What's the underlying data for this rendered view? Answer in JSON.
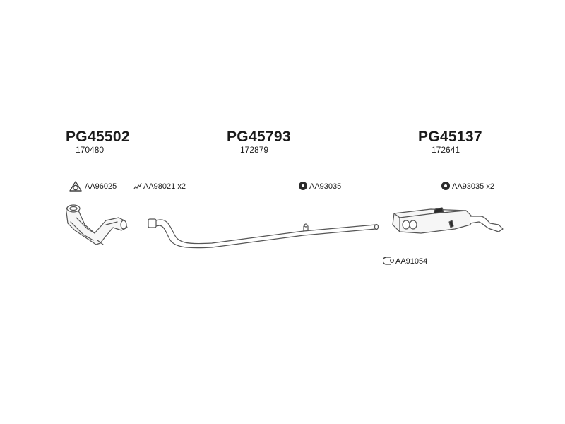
{
  "parts": [
    {
      "code": "PG45502",
      "ref": "170480"
    },
    {
      "code": "PG45793",
      "ref": "172879"
    },
    {
      "code": "PG45137",
      "ref": "172641"
    }
  ],
  "accessories": {
    "gasket_ring": "AA96025",
    "spring_bolt": "AA98021 x2",
    "rubber_mount_mid": "AA93035",
    "rubber_mount_rear": "AA93035 x2",
    "clamp": "AA91054"
  },
  "icons": [
    "gasket-icon",
    "spring-icon",
    "rubber-mount-icon",
    "clamp-icon"
  ],
  "colors": {
    "line": "#555555",
    "fill_light": "#f2f2f2",
    "fill_dark": "#2b2b2b"
  }
}
